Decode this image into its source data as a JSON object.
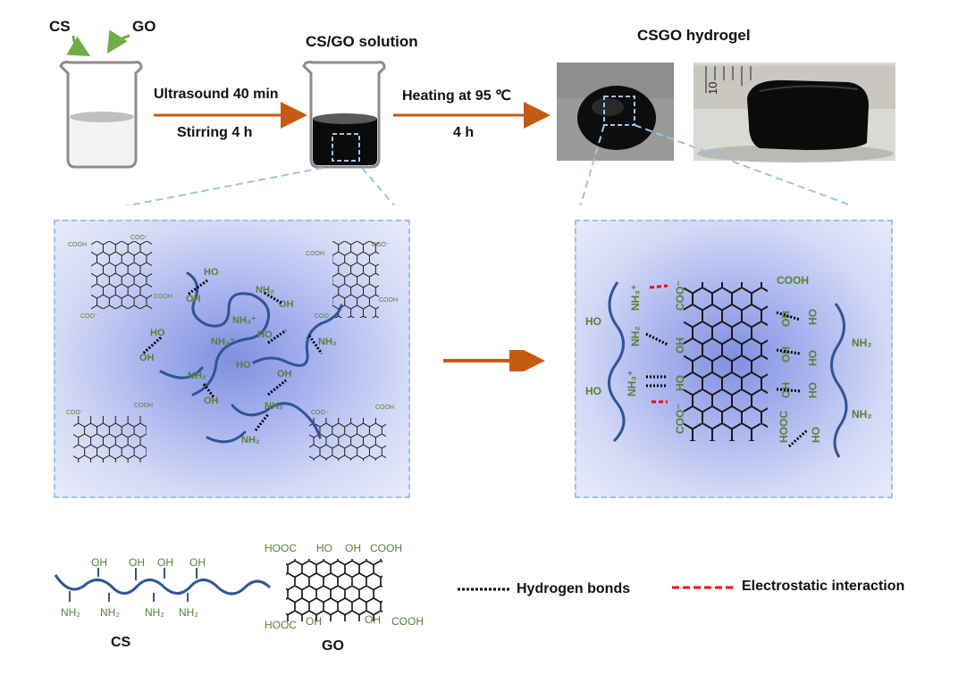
{
  "top": {
    "cs_label": "CS",
    "go_label": "GO",
    "cs_go_solution": "CS/GO solution",
    "ultrasound": "Ultrasound 40 min",
    "stirring": "Stirring 4 h",
    "heating": "Heating at 95 ℃",
    "heating_time": "4 h",
    "hydrogel_title": "CSGO hydrogel",
    "ruler_mark": "10"
  },
  "left_panel": {
    "cooh": "COOH",
    "cooh_minus": "COO⁻",
    "oh": "OH",
    "ho": "HO",
    "nh2": "NH₂",
    "nh3": "NH₃⁺"
  },
  "right_panel": {
    "cooh": "COOH",
    "coo_minus": "COO⁻",
    "hooc": "HOOC",
    "oh": "OH",
    "ho": "HO",
    "nh2": "NH₂",
    "nh3": "NH₃⁺"
  },
  "legend": {
    "cs_name": "CS",
    "go_name": "GO",
    "hydrogen_bonds": "Hydrogen bonds",
    "electrostatic": "Electrostatic interaction",
    "cs_oh": "OH",
    "cs_nh2": "NH₂",
    "go_hooc": "HOOC",
    "go_ho": "HO",
    "go_oh": "OH",
    "go_cooh": "COOH"
  },
  "colors": {
    "arrow": "#c55a11",
    "chain": "#2f5597",
    "group_text": "#548235",
    "hbond": "#000000",
    "electrostatic": "#ff0000",
    "dashed_frame": "#9dc3e6"
  }
}
